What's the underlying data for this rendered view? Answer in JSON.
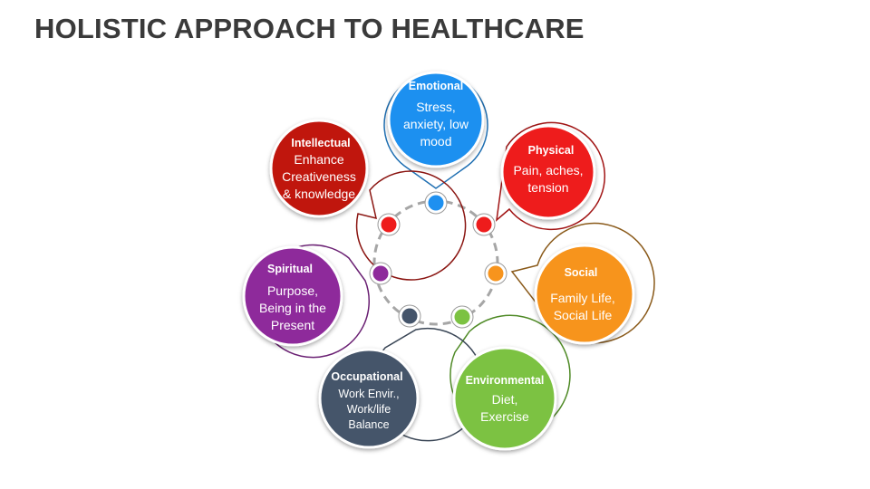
{
  "title": "HOLISTIC APPROACH TO HEALTHCARE",
  "colors": {
    "emotional": "#1e90f0",
    "physical": "#ee1c1c",
    "social": "#f7941d",
    "environmental": "#7cc242",
    "occupational": "#44546a",
    "spiritual": "#8e2a9b",
    "intellectual": "#c0150f",
    "outline": "#808080",
    "ring": "#a6a6a6"
  },
  "segments": [
    {
      "key": "emotional",
      "title": "Emotional",
      "lines": [
        "Stress,",
        "anxiety, low",
        "mood"
      ]
    },
    {
      "key": "physical",
      "title": "Physical",
      "lines": [
        "Pain, aches,",
        "tension"
      ]
    },
    {
      "key": "social",
      "title": "Social",
      "lines": [
        "Family Life,",
        "Social Life"
      ]
    },
    {
      "key": "environmental",
      "title": "Environmental",
      "lines": [
        "Diet,",
        "Exercise"
      ]
    },
    {
      "key": "occupational",
      "title": "Occupational",
      "lines": [
        "Work Envir.,",
        "Work/life",
        "Balance"
      ]
    },
    {
      "key": "spiritual",
      "title": "Spiritual",
      "lines": [
        "Purpose,",
        "Being in the",
        "Present"
      ]
    },
    {
      "key": "intellectual",
      "title": "Intellectual",
      "lines": [
        "Enhance",
        "Creativeness",
        "& knowledge"
      ]
    }
  ]
}
